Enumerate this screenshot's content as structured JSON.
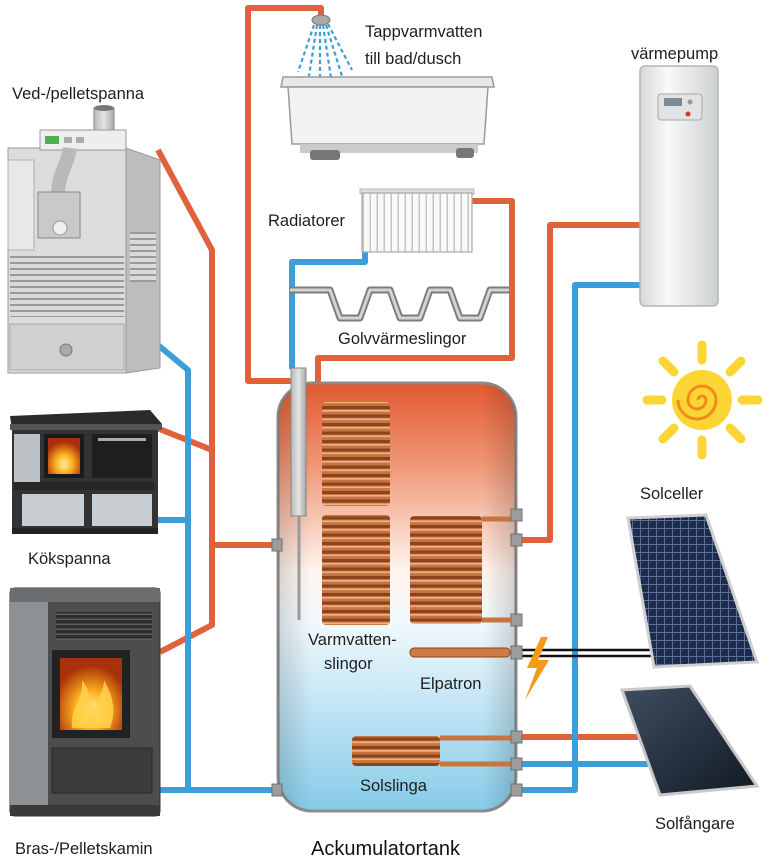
{
  "labels": {
    "shower_line1": "Tappvarmvatten",
    "shower_line2": "till bad/dusch",
    "heat_pump": "värmepump",
    "boiler": "Ved-/pelletspanna",
    "radiators": "Radiatorer",
    "floor_heating": "Golvvärmeslingor",
    "kitchen_stove": "Kökspanna",
    "solar_cells": "Solceller",
    "hot_water_coils_line1": "Varmvatten-",
    "hot_water_coils_line2": "slingor",
    "immersion_heater": "Elpatron",
    "solar_coil": "Solslinga",
    "solar_collector": "Solfångare",
    "pellet_stove": "Bras-/Pelletskamin",
    "tank": "Ackumulatortank"
  },
  "colors": {
    "hot_pipe": "#e0623c",
    "cold_pipe": "#3b9ed8",
    "tank_top": "#e2582f",
    "tank_bottom": "#86cbe8",
    "sun": "#fbd534",
    "lightning": "#f39a1a"
  }
}
